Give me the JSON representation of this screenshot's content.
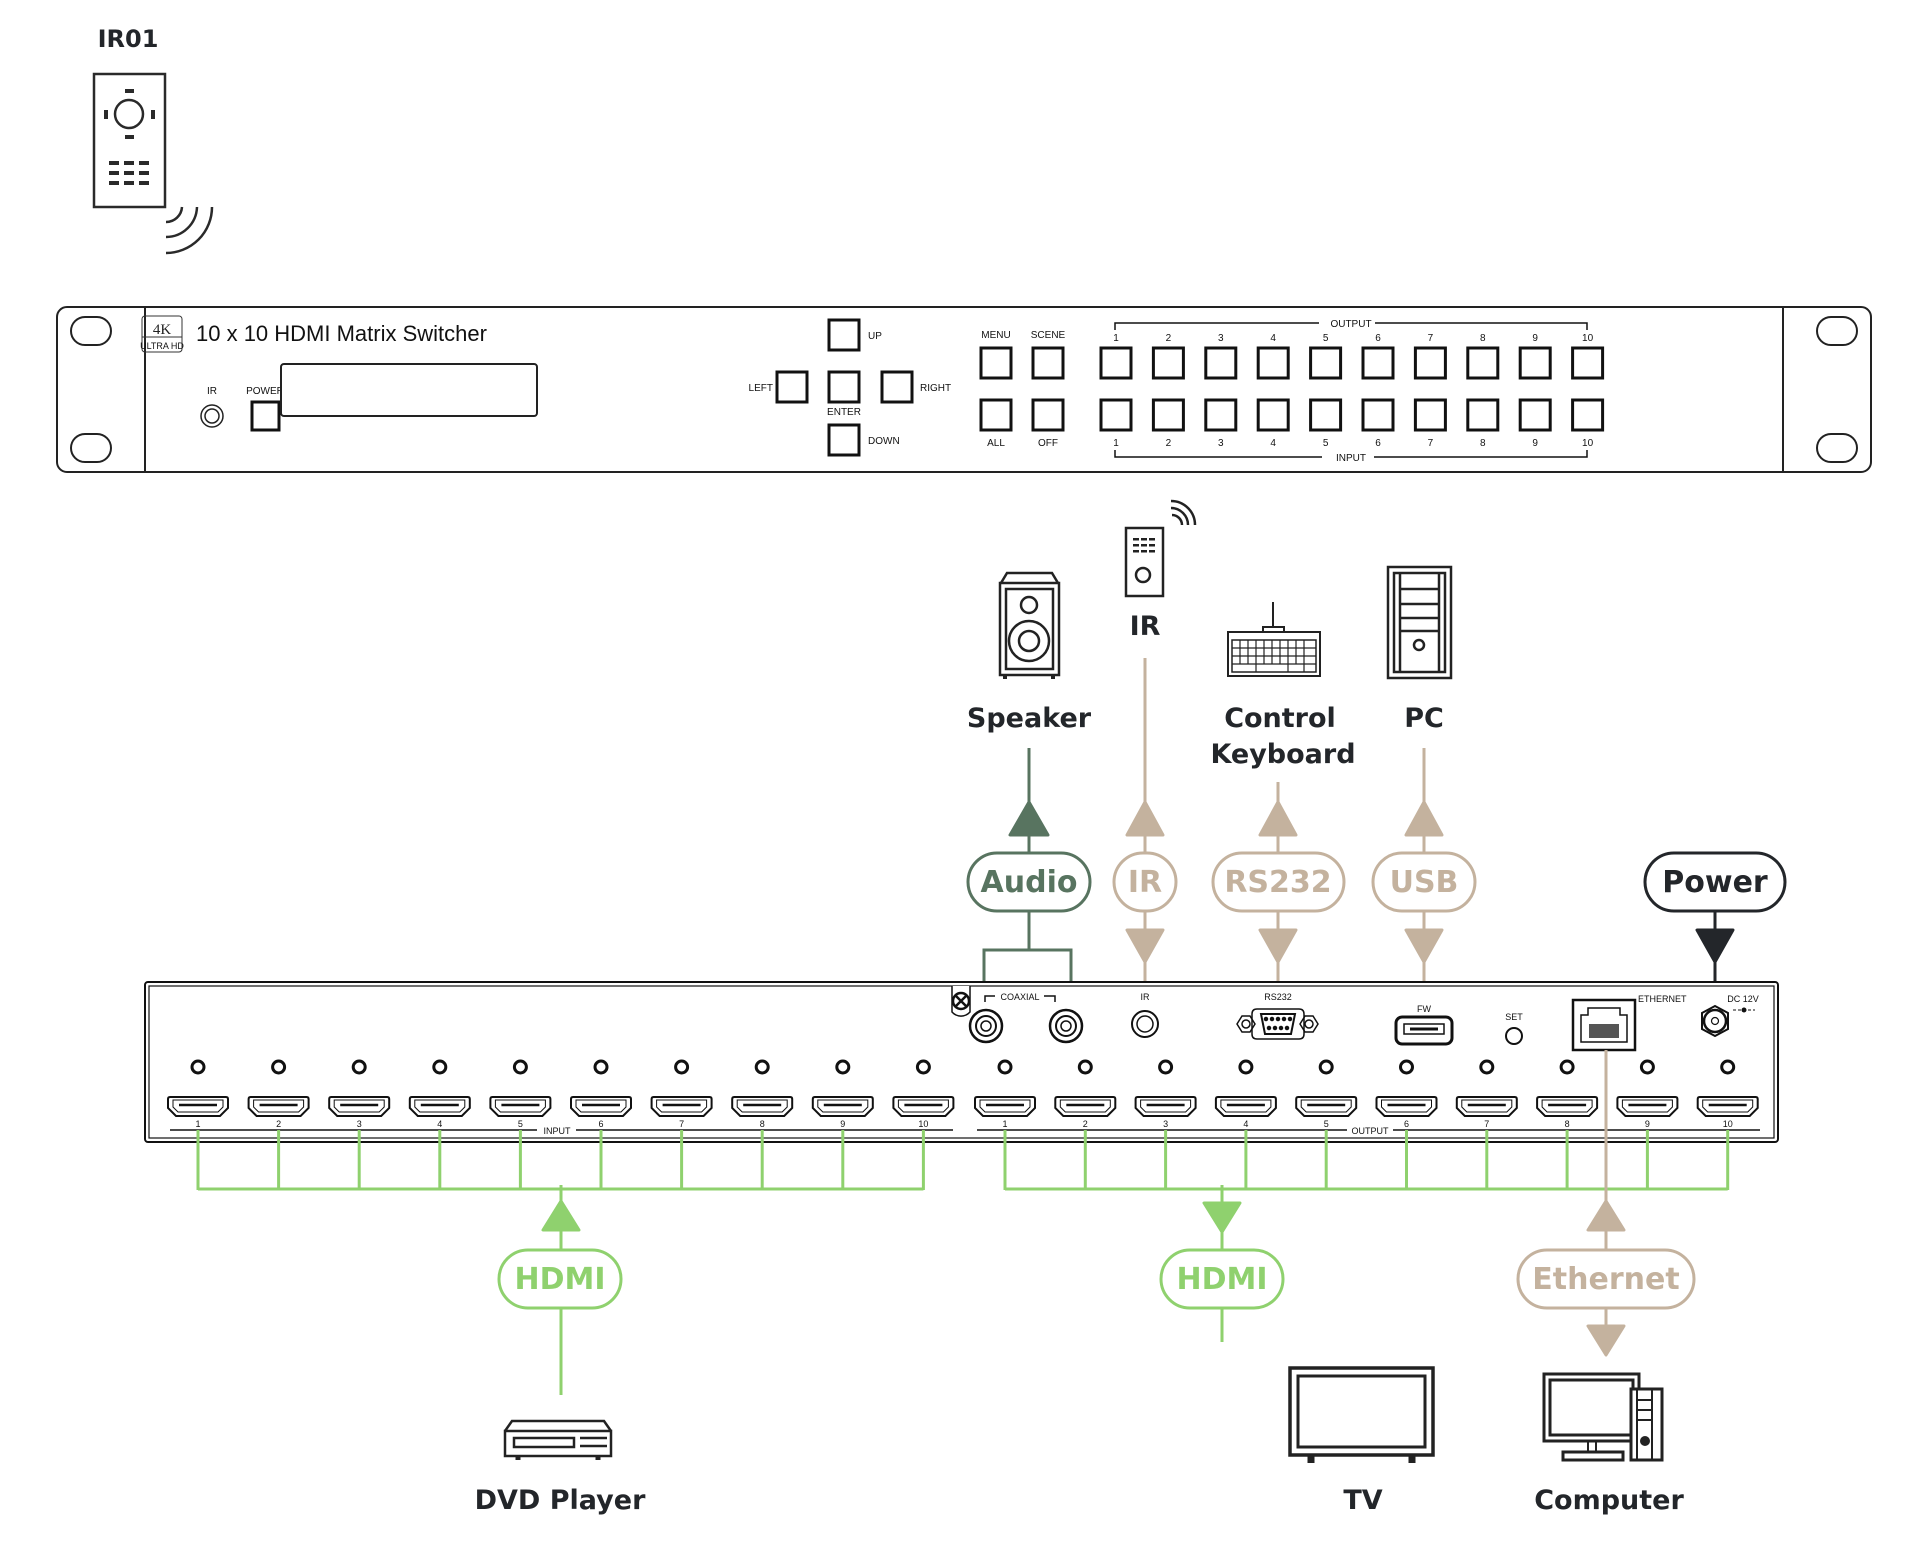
{
  "colors": {
    "hdmi": "#8fd16e",
    "audio": "#587460",
    "control": "#c4b29e",
    "power": "#23262a",
    "device_outline": "#222222"
  },
  "remote": {
    "title": "IR01"
  },
  "front_panel": {
    "badge_top": "4K",
    "badge_bottom": "ULTRA HD",
    "title": "10 x 10 HDMI Matrix Switcher",
    "ir_label": "IR",
    "power_label": "POWER",
    "nav": {
      "up": "UP",
      "left": "LEFT",
      "enter": "ENTER",
      "right": "RIGHT",
      "down": "DOWN"
    },
    "menu": "MENU",
    "scene": "SCENE",
    "all": "ALL",
    "off": "OFF",
    "output_group": "OUTPUT",
    "input_group": "INPUT",
    "channel_numbers": [
      "1",
      "2",
      "3",
      "4",
      "5",
      "6",
      "7",
      "8",
      "9",
      "10"
    ]
  },
  "rear_panel": {
    "coaxial": "COAXIAL",
    "ir": "IR",
    "rs232": "RS232",
    "fw": "FW",
    "set": "SET",
    "ethernet": "ETHERNET",
    "dc": "DC 12V",
    "input_group": "INPUT",
    "output_group": "OUTPUT",
    "port_numbers": [
      "1",
      "2",
      "3",
      "4",
      "5",
      "6",
      "7",
      "8",
      "9",
      "10"
    ]
  },
  "devices": {
    "speaker": "Speaker",
    "ir": "IR",
    "keyboard_line1": "Control",
    "keyboard_line2": "Keyboard",
    "pc": "PC",
    "dvd": "DVD Player",
    "tv": "TV",
    "computer": "Computer"
  },
  "connections": {
    "audio": "Audio",
    "ir": "IR",
    "rs232": "RS232",
    "usb": "USB",
    "power": "Power",
    "hdmi_in": "HDMI",
    "hdmi_out": "HDMI",
    "ethernet": "Ethernet"
  }
}
